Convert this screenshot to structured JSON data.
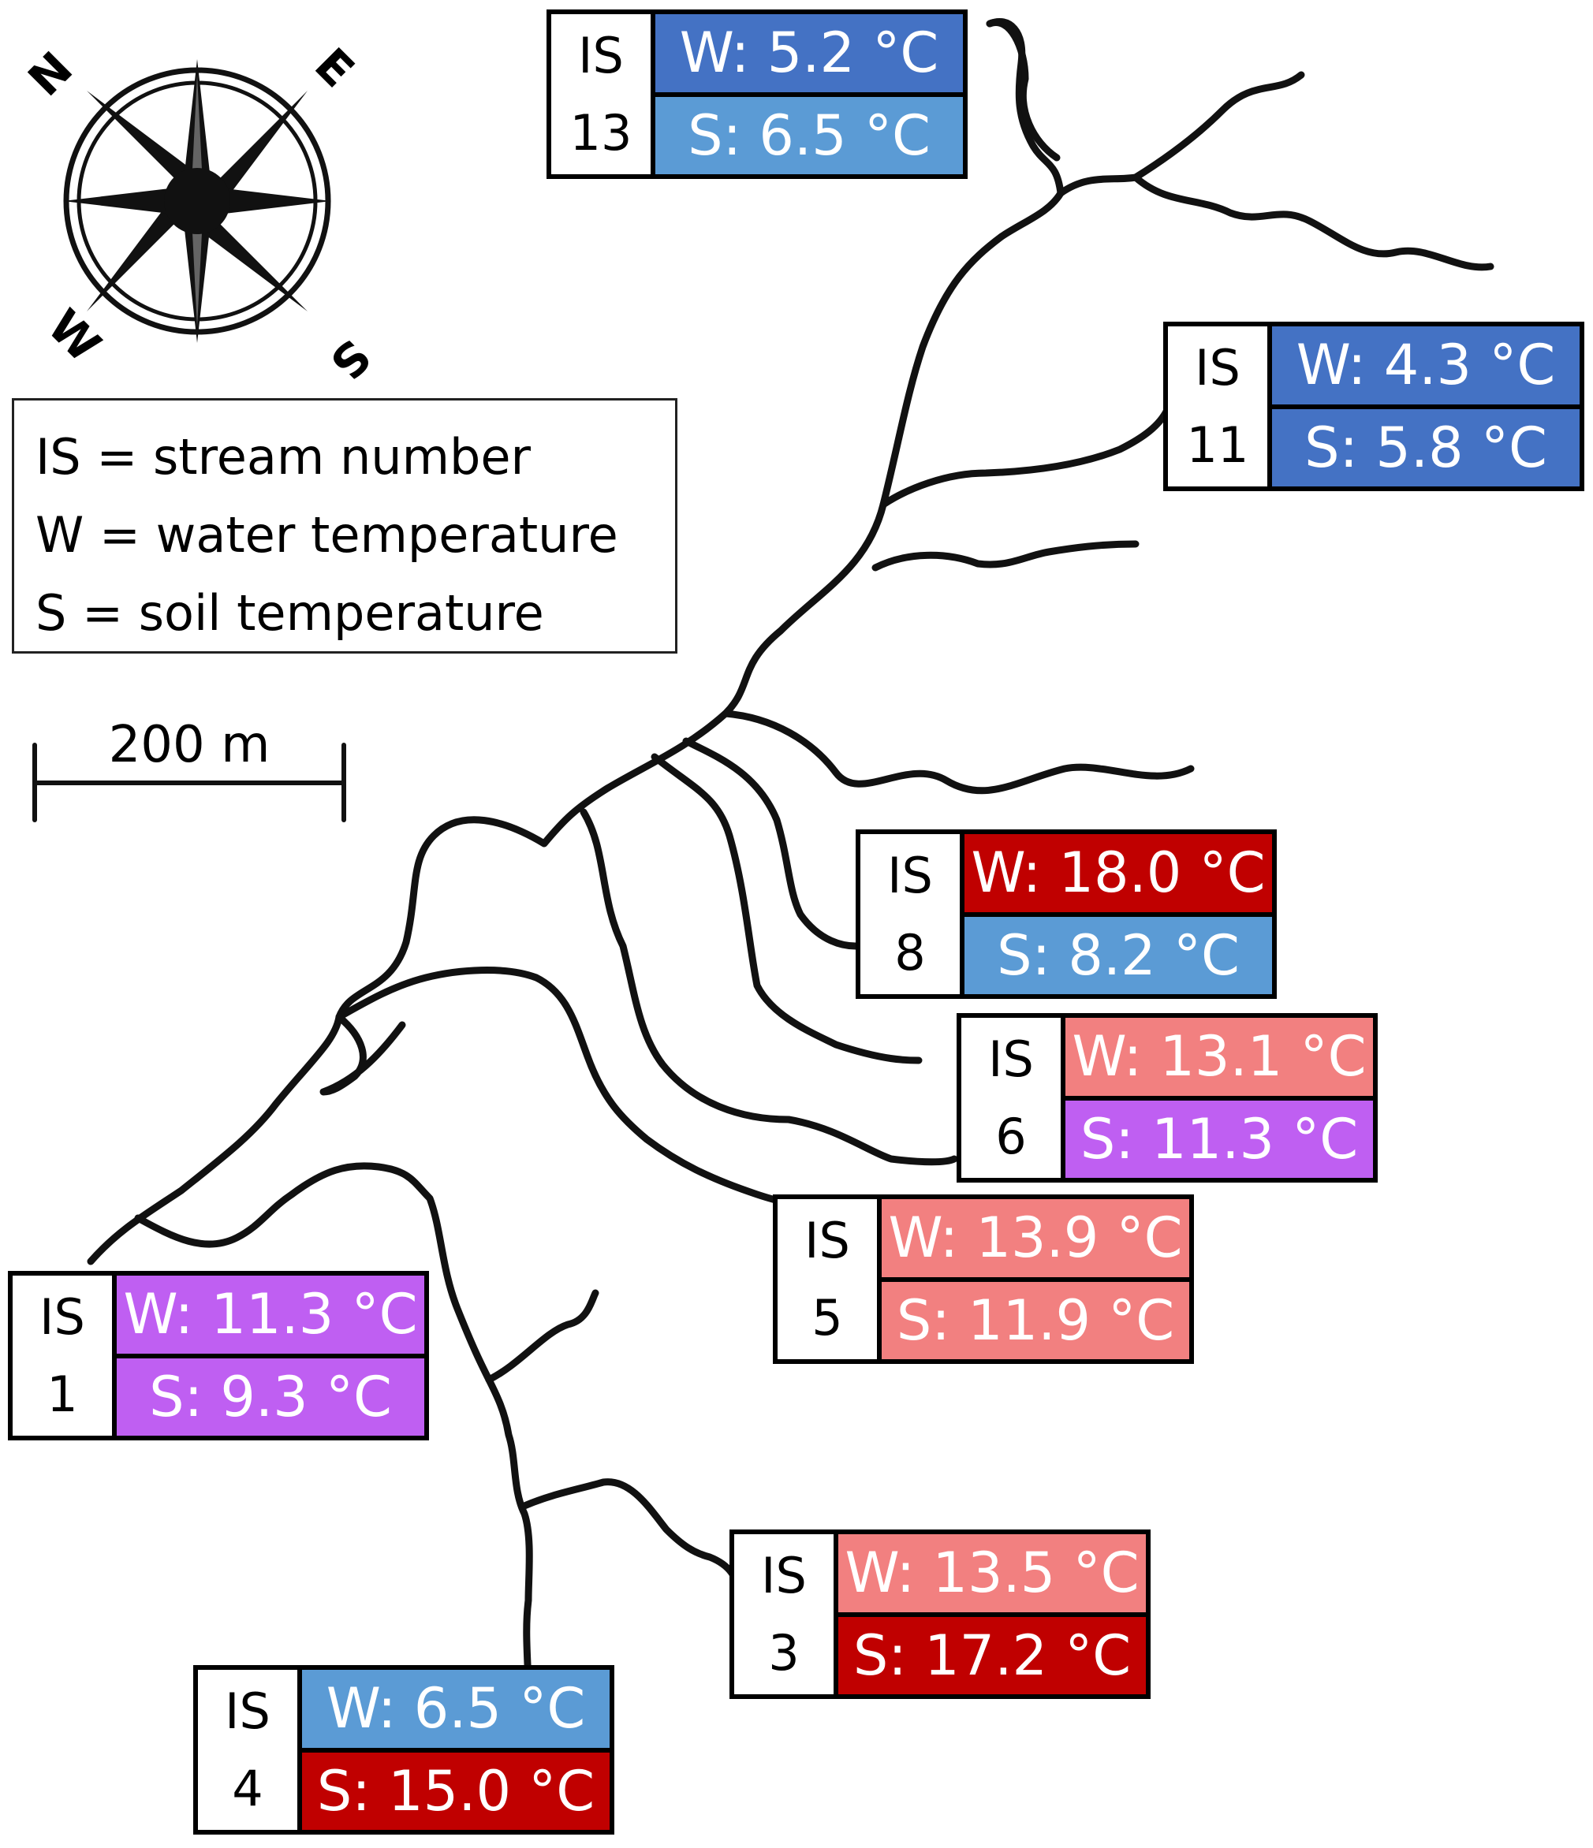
{
  "legend": [
    "IS = stream number",
    "W = water temperature",
    "S = soil temperature"
  ],
  "scale_bar": {
    "label": "200 m"
  },
  "compass": {
    "north": "N",
    "east": "E",
    "south": "S",
    "west": "W"
  },
  "colors": {
    "dark_blue": "#4472C4",
    "light_blue": "#5B9BD5",
    "dark_red": "#C00000",
    "light_red": "#F28080",
    "purple": "#BF5FF2"
  },
  "stations": [
    {
      "id_label": "IS",
      "number": "13",
      "water": "W: 5.2 °C",
      "water_color": "#4472C4",
      "soil": "S: 6.5 °C",
      "soil_color": "#5B9BD5"
    },
    {
      "id_label": "IS",
      "number": "11",
      "water": "W: 4.3 °C",
      "water_color": "#4472C4",
      "soil": "S: 5.8 °C",
      "soil_color": "#4472C4"
    },
    {
      "id_label": "IS",
      "number": "8",
      "water": "W: 18.0 °C",
      "water_color": "#C00000",
      "soil": "S: 8.2 °C",
      "soil_color": "#5B9BD5"
    },
    {
      "id_label": "IS",
      "number": "6",
      "water": "W: 13.1 °C",
      "water_color": "#F28080",
      "soil": "S: 11.3 °C",
      "soil_color": "#BF5FF2"
    },
    {
      "id_label": "IS",
      "number": "5",
      "water": "W: 13.9 °C",
      "water_color": "#F28080",
      "soil": "S: 11.9 °C",
      "soil_color": "#F28080"
    },
    {
      "id_label": "IS",
      "number": "1",
      "water": "W: 11.3 °C",
      "water_color": "#BF5FF2",
      "soil": "S: 9.3 °C",
      "soil_color": "#BF5FF2"
    },
    {
      "id_label": "IS",
      "number": "3",
      "water": "W: 13.5 °C",
      "water_color": "#F28080",
      "soil": "S: 17.2 °C",
      "soil_color": "#C00000"
    },
    {
      "id_label": "IS",
      "number": "4",
      "water": "W: 6.5 °C",
      "water_color": "#5B9BD5",
      "soil": "S: 15.0 °C",
      "soil_color": "#C00000"
    }
  ]
}
